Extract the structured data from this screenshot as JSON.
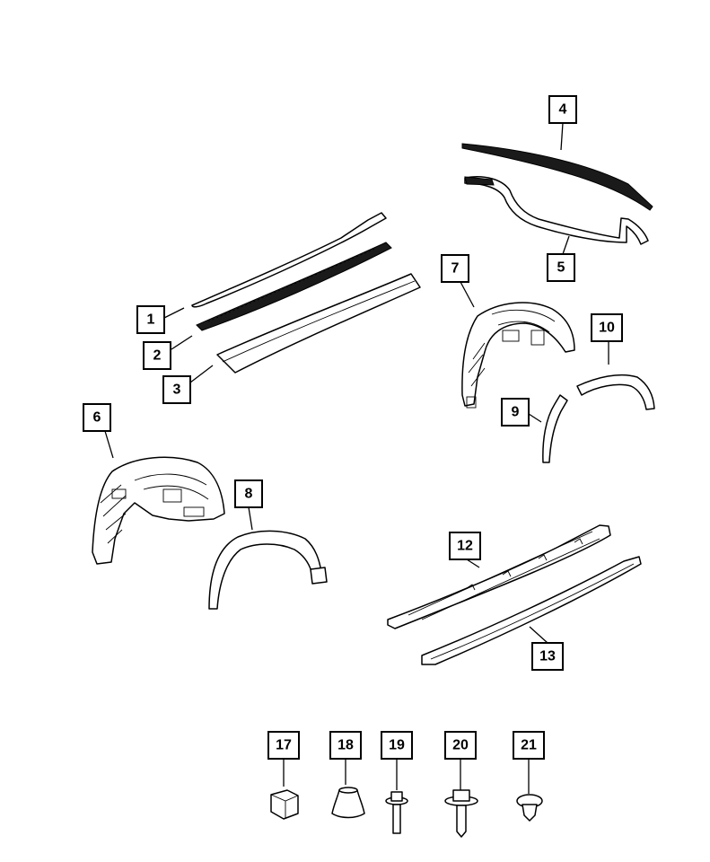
{
  "callouts": [
    {
      "label": "1"
    },
    {
      "label": "2"
    },
    {
      "label": "3"
    },
    {
      "label": "4"
    },
    {
      "label": "5"
    },
    {
      "label": "6"
    },
    {
      "label": "7"
    },
    {
      "label": "8"
    },
    {
      "label": "9"
    },
    {
      "label": "10"
    },
    {
      "label": "12"
    },
    {
      "label": "13"
    },
    {
      "label": "17"
    },
    {
      "label": "18"
    },
    {
      "label": "19"
    },
    {
      "label": "20"
    },
    {
      "label": "21"
    }
  ],
  "colors": {
    "line": "#000000",
    "background": "#ffffff"
  }
}
